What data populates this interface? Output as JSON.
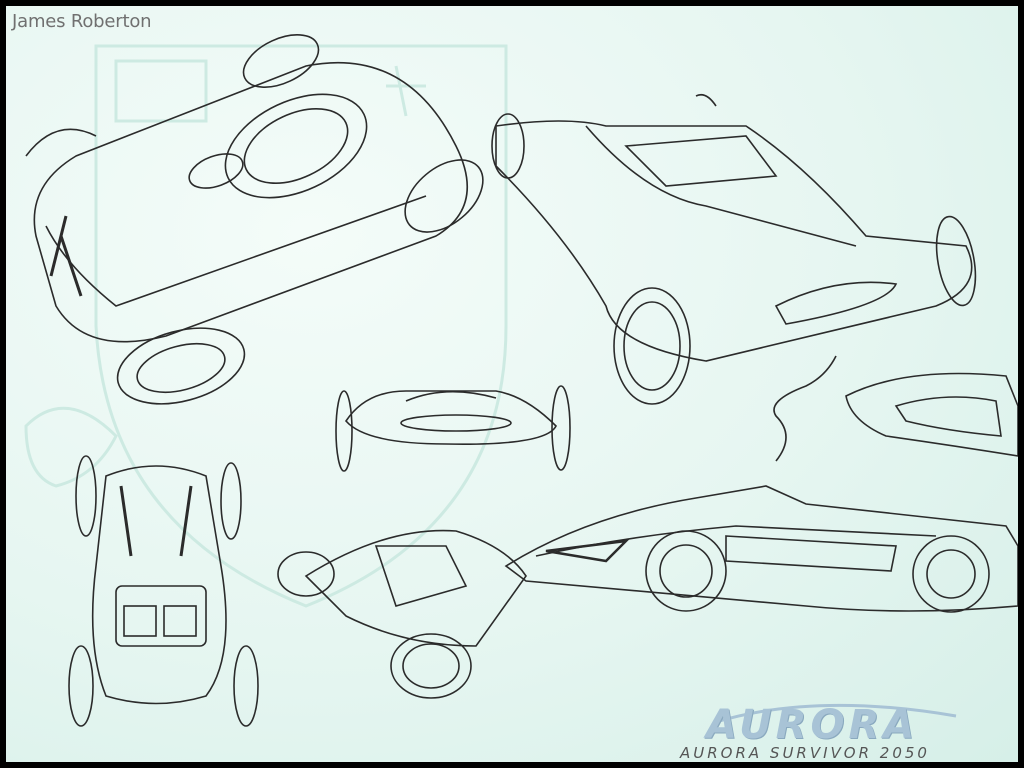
{
  "artist": "James Roberton",
  "logo": {
    "word": "AURORA",
    "subtitle": "AURORA SURVIVOR 2050"
  },
  "colors": {
    "paper": "#e6f6f1",
    "ink": "#2a2a2a",
    "watermark": "#cfeae3",
    "logo": "#a8c3d6"
  }
}
